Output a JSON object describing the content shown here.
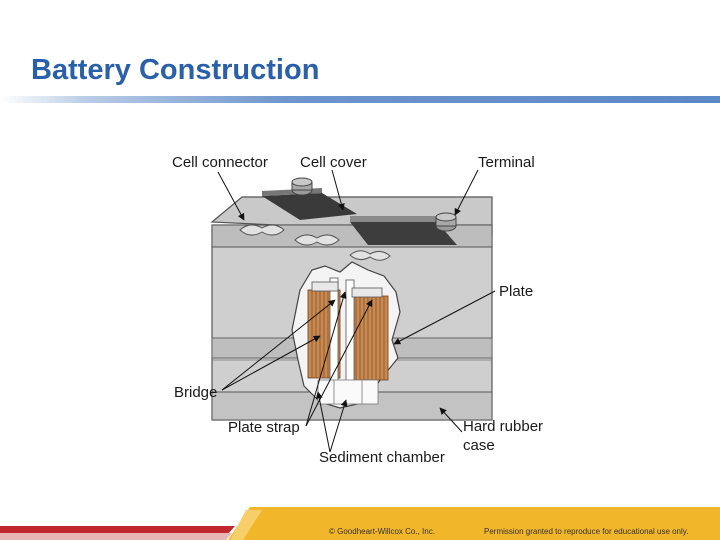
{
  "title": "Battery Construction",
  "diagram": {
    "labels": {
      "cell_connector": "Cell connector",
      "cell_cover": "Cell cover",
      "terminal": "Terminal",
      "plate": "Plate",
      "bridge": "Bridge",
      "plate_strap": "Plate strap",
      "hard_rubber_case_line1": "Hard rubber",
      "hard_rubber_case_line2": "case",
      "sediment_chamber": "Sediment chamber"
    }
  },
  "footer": {
    "copyright": "© Goodheart-Willcox Co., Inc.",
    "permission": "Permission granted to reproduce for educational use only."
  },
  "colors": {
    "title": "#2a5faa",
    "footer_red": "#c0282d",
    "footer_yellow": "#f2b62a",
    "plate_copper": "#c98a52"
  }
}
